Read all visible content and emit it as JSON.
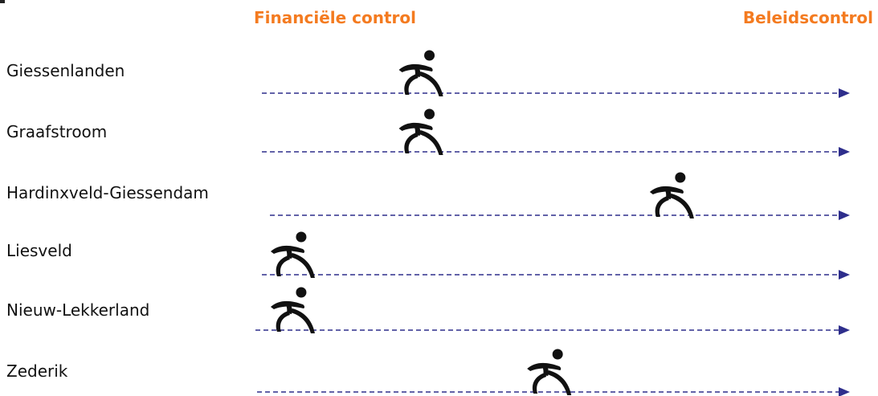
{
  "header": {
    "left_label": "Financiële control",
    "right_label": "Beleidscontrol"
  },
  "colors": {
    "header_text": "#f47b20",
    "arrow": "#2e2e8c",
    "runner": "#111111"
  },
  "icons": {
    "runner": "runner-icon",
    "arrowhead": "arrowhead-icon"
  },
  "scale": {
    "start": "Financiële control",
    "end": "Beleidscontrol"
  },
  "rows": [
    {
      "label": "Giessenlanden",
      "position": 0.24
    },
    {
      "label": "Graafstroom",
      "position": 0.24
    },
    {
      "label": "Hardinxveld-Giessendam",
      "position": 0.69
    },
    {
      "label": "Liesveld",
      "position": 0.01
    },
    {
      "label": "Nieuw-Lekkerland",
      "position": 0.01
    },
    {
      "label": "Zederik",
      "position": 0.47
    }
  ]
}
